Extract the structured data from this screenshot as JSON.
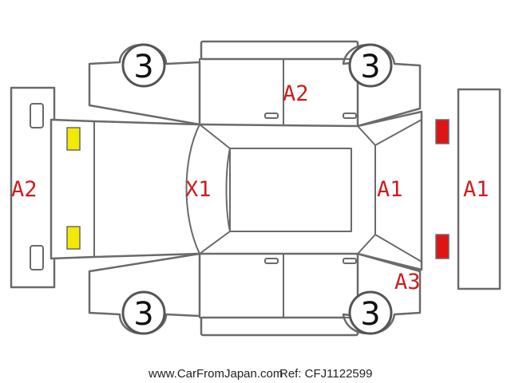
{
  "colors": {
    "outline": "#6a6a6a",
    "damage_label": "#cc1f1f",
    "headlight_marker": "#f2ea00",
    "taillight_marker": "#e01414"
  },
  "tires": {
    "front_left": "3",
    "front_right": "3",
    "rear_left": "3",
    "rear_right": "3"
  },
  "damage_labels": {
    "front_bumper": "A2",
    "left_side_doors": "A2",
    "roof": "X1",
    "rear_window": "A1",
    "rear_bumper": "A1",
    "rear_right_quarter": "A3"
  },
  "footer": {
    "site": "www.CarFromJapan.com",
    "ref": "Ref: CFJ1122599"
  }
}
